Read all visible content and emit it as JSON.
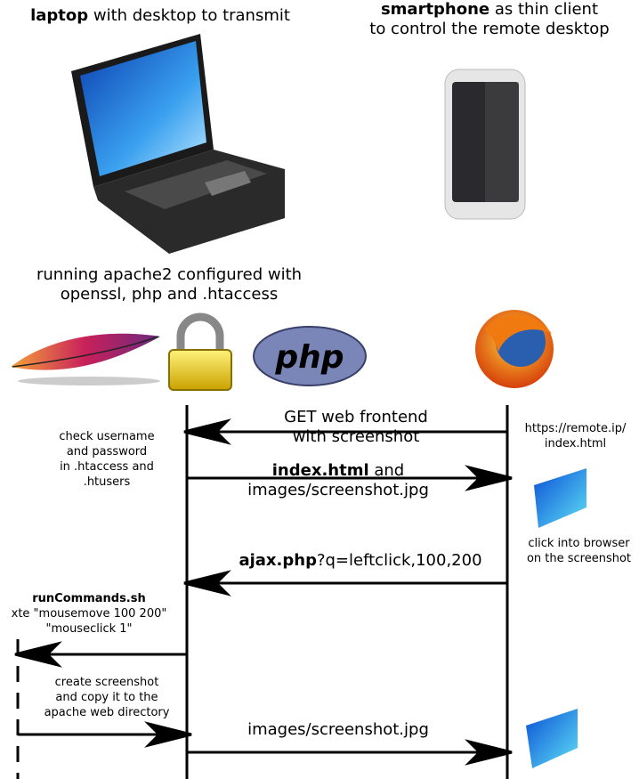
{
  "laptop_caption": {
    "bold": "laptop",
    "rest": " with desktop to transmit"
  },
  "phone_caption": {
    "bold": "smartphone",
    "rest": " as thin client",
    "line2": "to control the remote desktop"
  },
  "server_caption": {
    "line1": "running apache2 configured with",
    "line2": "openssl, php and .htaccess"
  },
  "php_logo": "php",
  "messages": {
    "get": {
      "line1": "GET web frontend",
      "line2": "with screenshot"
    },
    "index": {
      "bold": "index.html",
      "rest": " and",
      "line2": "images/screenshot.jpg"
    },
    "ajax": {
      "bold": "ajax.php",
      "rest": "?q=leftclick,100,200"
    },
    "screenshot": "images/screenshot.jpg"
  },
  "notes": {
    "check": [
      "check username",
      "and password",
      "in .htaccess and",
      ".htusers"
    ],
    "url": [
      "https://remote.ip/",
      "index.html"
    ],
    "click": [
      "click into browser",
      "on the screenshot"
    ],
    "run": {
      "bold": "runCommands.sh",
      "line2": "xte \"mousemove 100 200\"",
      "line3": "\"mouseclick 1\""
    },
    "create": [
      "create screenshot",
      "and copy it to the",
      "apache web directory"
    ]
  }
}
